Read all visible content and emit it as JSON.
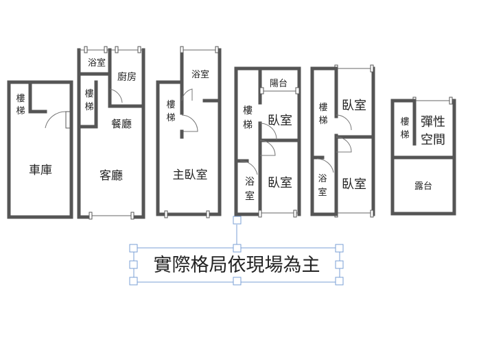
{
  "floors": [
    {
      "id": "floor-1",
      "rooms": [
        {
          "key": "stairs",
          "label": [
            "樓",
            "梯"
          ]
        },
        {
          "key": "garage",
          "label": [
            "車庫"
          ]
        }
      ]
    },
    {
      "id": "floor-2",
      "rooms": [
        {
          "key": "bath",
          "label": [
            "浴室"
          ]
        },
        {
          "key": "kitchen",
          "label": [
            "廚房"
          ]
        },
        {
          "key": "stairs",
          "label": [
            "樓",
            "梯"
          ]
        },
        {
          "key": "dining",
          "label": [
            "餐廳"
          ]
        },
        {
          "key": "living",
          "label": [
            "客廳"
          ]
        }
      ]
    },
    {
      "id": "floor-3",
      "rooms": [
        {
          "key": "bath",
          "label": [
            "浴室"
          ]
        },
        {
          "key": "stairs",
          "label": [
            "樓",
            "梯"
          ]
        },
        {
          "key": "master-bedroom",
          "label": [
            "主臥室"
          ]
        }
      ]
    },
    {
      "id": "floor-4",
      "rooms": [
        {
          "key": "balcony",
          "label": [
            "陽台"
          ]
        },
        {
          "key": "stairs",
          "label": [
            "樓",
            "梯"
          ]
        },
        {
          "key": "bedroom-front",
          "label": [
            "臥室"
          ]
        },
        {
          "key": "bath",
          "label": [
            "浴",
            "室"
          ]
        },
        {
          "key": "bedroom-back",
          "label": [
            "臥室"
          ]
        }
      ]
    },
    {
      "id": "floor-5",
      "rooms": [
        {
          "key": "bedroom-front",
          "label": [
            "臥室"
          ]
        },
        {
          "key": "stairs",
          "label": [
            "樓",
            "梯"
          ]
        },
        {
          "key": "bath",
          "label": [
            "浴",
            "室"
          ]
        },
        {
          "key": "bedroom-back",
          "label": [
            "臥室"
          ]
        }
      ]
    },
    {
      "id": "floor-6",
      "rooms": [
        {
          "key": "stairs",
          "label": [
            "樓",
            "梯"
          ]
        },
        {
          "key": "flex-space",
          "label": [
            "彈性",
            "空間"
          ]
        },
        {
          "key": "terrace",
          "label": [
            "露台"
          ]
        }
      ]
    }
  ],
  "note": "實際格局依現場為主",
  "colors": {
    "wall": "#555555",
    "selection": "#7a9fd6",
    "text": "#222222"
  }
}
